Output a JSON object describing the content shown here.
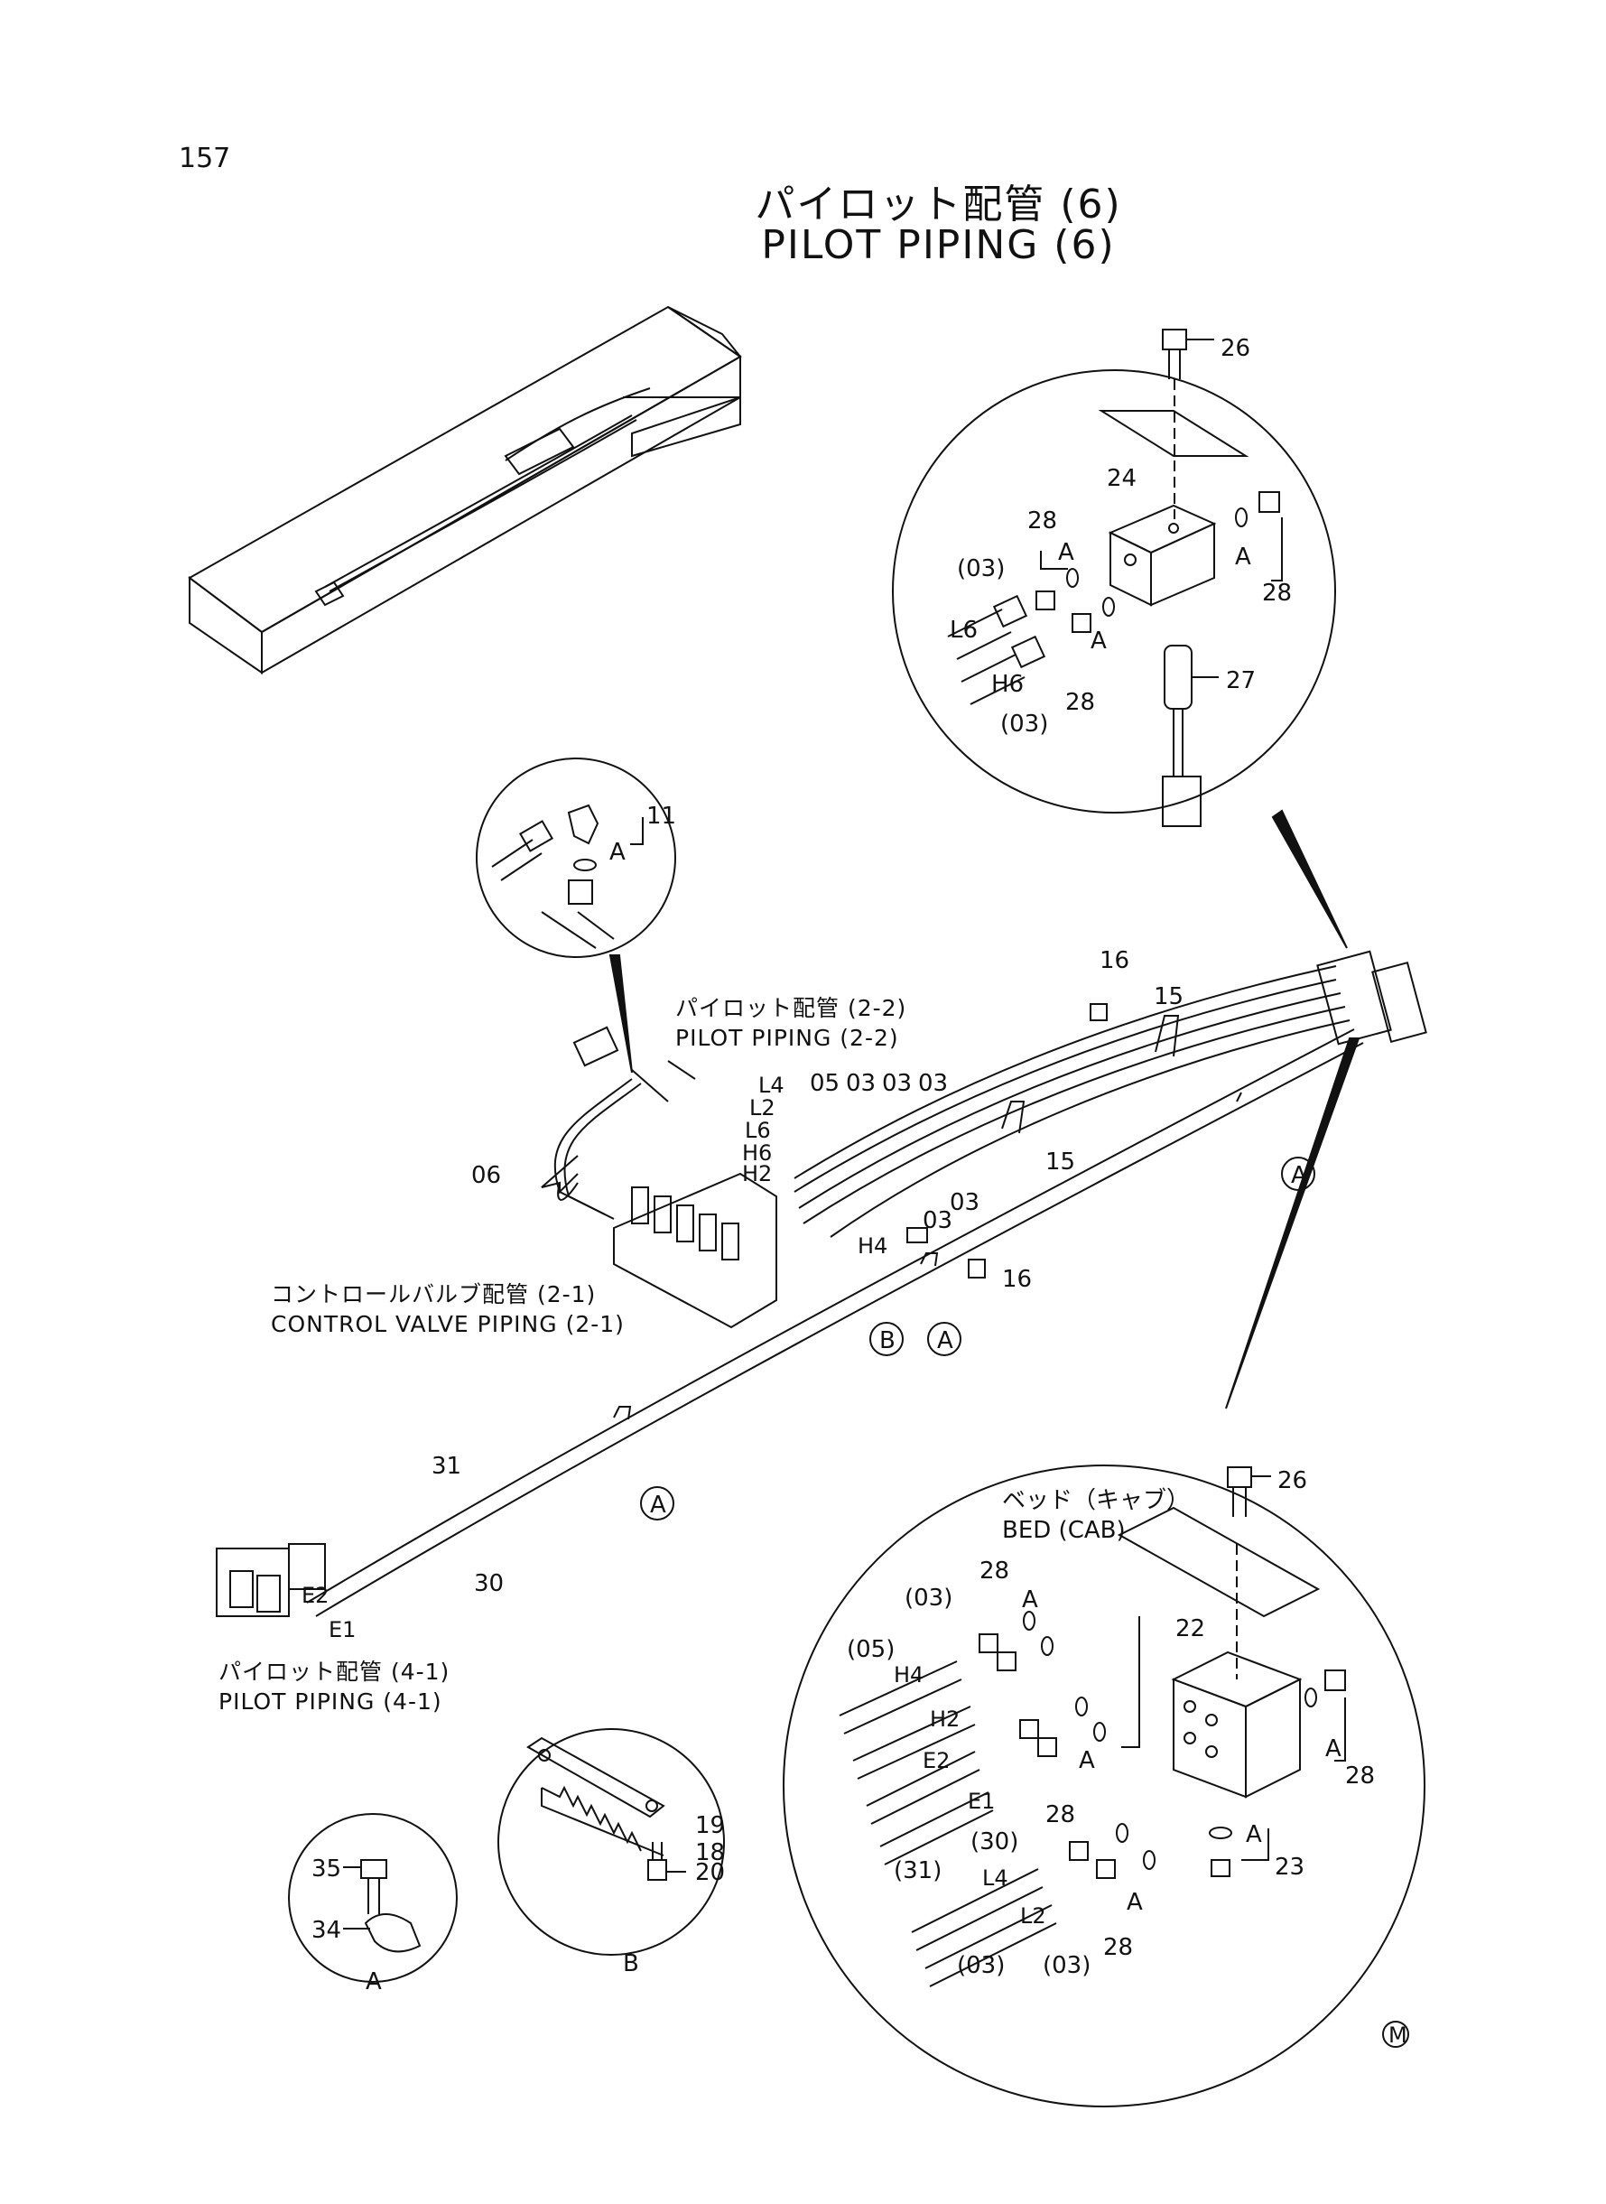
{
  "page_number": "157",
  "title_jp": "パイロット配管 (6)",
  "title_en": "PILOT PIPING (6)",
  "references": {
    "pilot_2_2_jp": "パイロット配管 (2-2)",
    "pilot_2_2_en": "PILOT PIPING (2-2)",
    "cv_2_1_jp": "コントロールバルブ配管 (2-1)",
    "cv_2_1_en": "CONTROL VALVE PIPING (2-1)",
    "pilot_4_1_jp": "パイロット配管 (4-1)",
    "pilot_4_1_en": "PILOT PIPING (4-1)",
    "bed_jp": "ベッド（キャブ）",
    "bed_en": "BED (CAB)"
  },
  "labels": {
    "p26": "26",
    "p24": "24",
    "p28": "28",
    "p27": "27",
    "p03": "(03)",
    "p05": "(05)",
    "p30": "(30)",
    "p31": "(31)",
    "p22": "22",
    "p23": "23",
    "n11": "11",
    "n16": "16",
    "n15": "15",
    "n06": "06",
    "n05": "05",
    "n03": "03",
    "n31": "31",
    "n30": "30",
    "n19": "19",
    "n18": "18",
    "n20": "20",
    "n35": "35",
    "n34": "34",
    "L2": "L2",
    "L4": "L4",
    "L6": "L6",
    "H2": "H2",
    "H4": "H4",
    "H6": "H6",
    "E1": "E1",
    "E2": "E2",
    "A": "A",
    "B": "B",
    "M": "M"
  }
}
